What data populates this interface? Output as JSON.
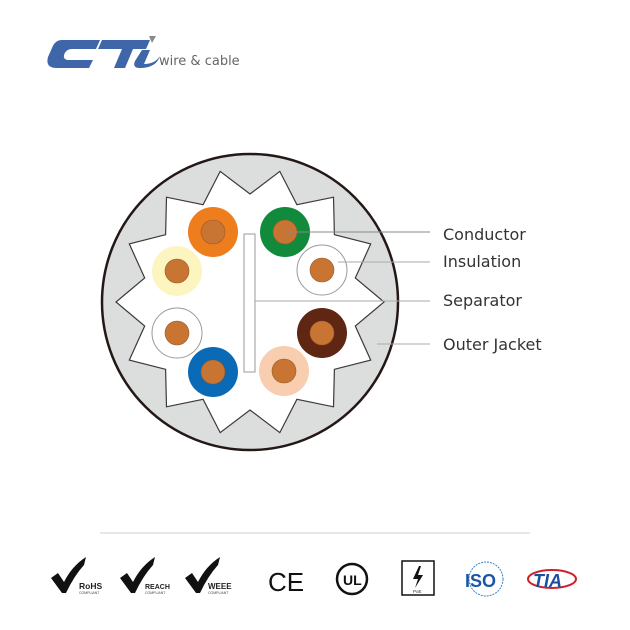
{
  "brand": {
    "logo_text": "CTi",
    "tagline": "wire & cable",
    "logo_color": "#3e66a8"
  },
  "diagram": {
    "labels": {
      "conductor": "Conductor",
      "insulation": "Insulation",
      "separator": "Separator",
      "outer_jacket": "Outer Jacket"
    },
    "colors": {
      "jacket": "#dcdddd",
      "conductor": "#c87533",
      "wires": [
        "#ee7d1e",
        "#128a3c",
        "#ffffff",
        "#5e2613",
        "#f8cdb0",
        "#0a6ab5",
        "#ffffff",
        "#fdf5c0"
      ]
    }
  },
  "certifications": [
    {
      "name": "RoHS",
      "sub": "COMPLIANT"
    },
    {
      "name": "REACH",
      "sub": "COMPLIANT"
    },
    {
      "name": "WEEE",
      "sub": "COMPLIANT"
    },
    {
      "name": "CE"
    },
    {
      "name": "UL"
    },
    {
      "name": "PoE"
    },
    {
      "name": "ISO"
    },
    {
      "name": "TIA"
    }
  ]
}
